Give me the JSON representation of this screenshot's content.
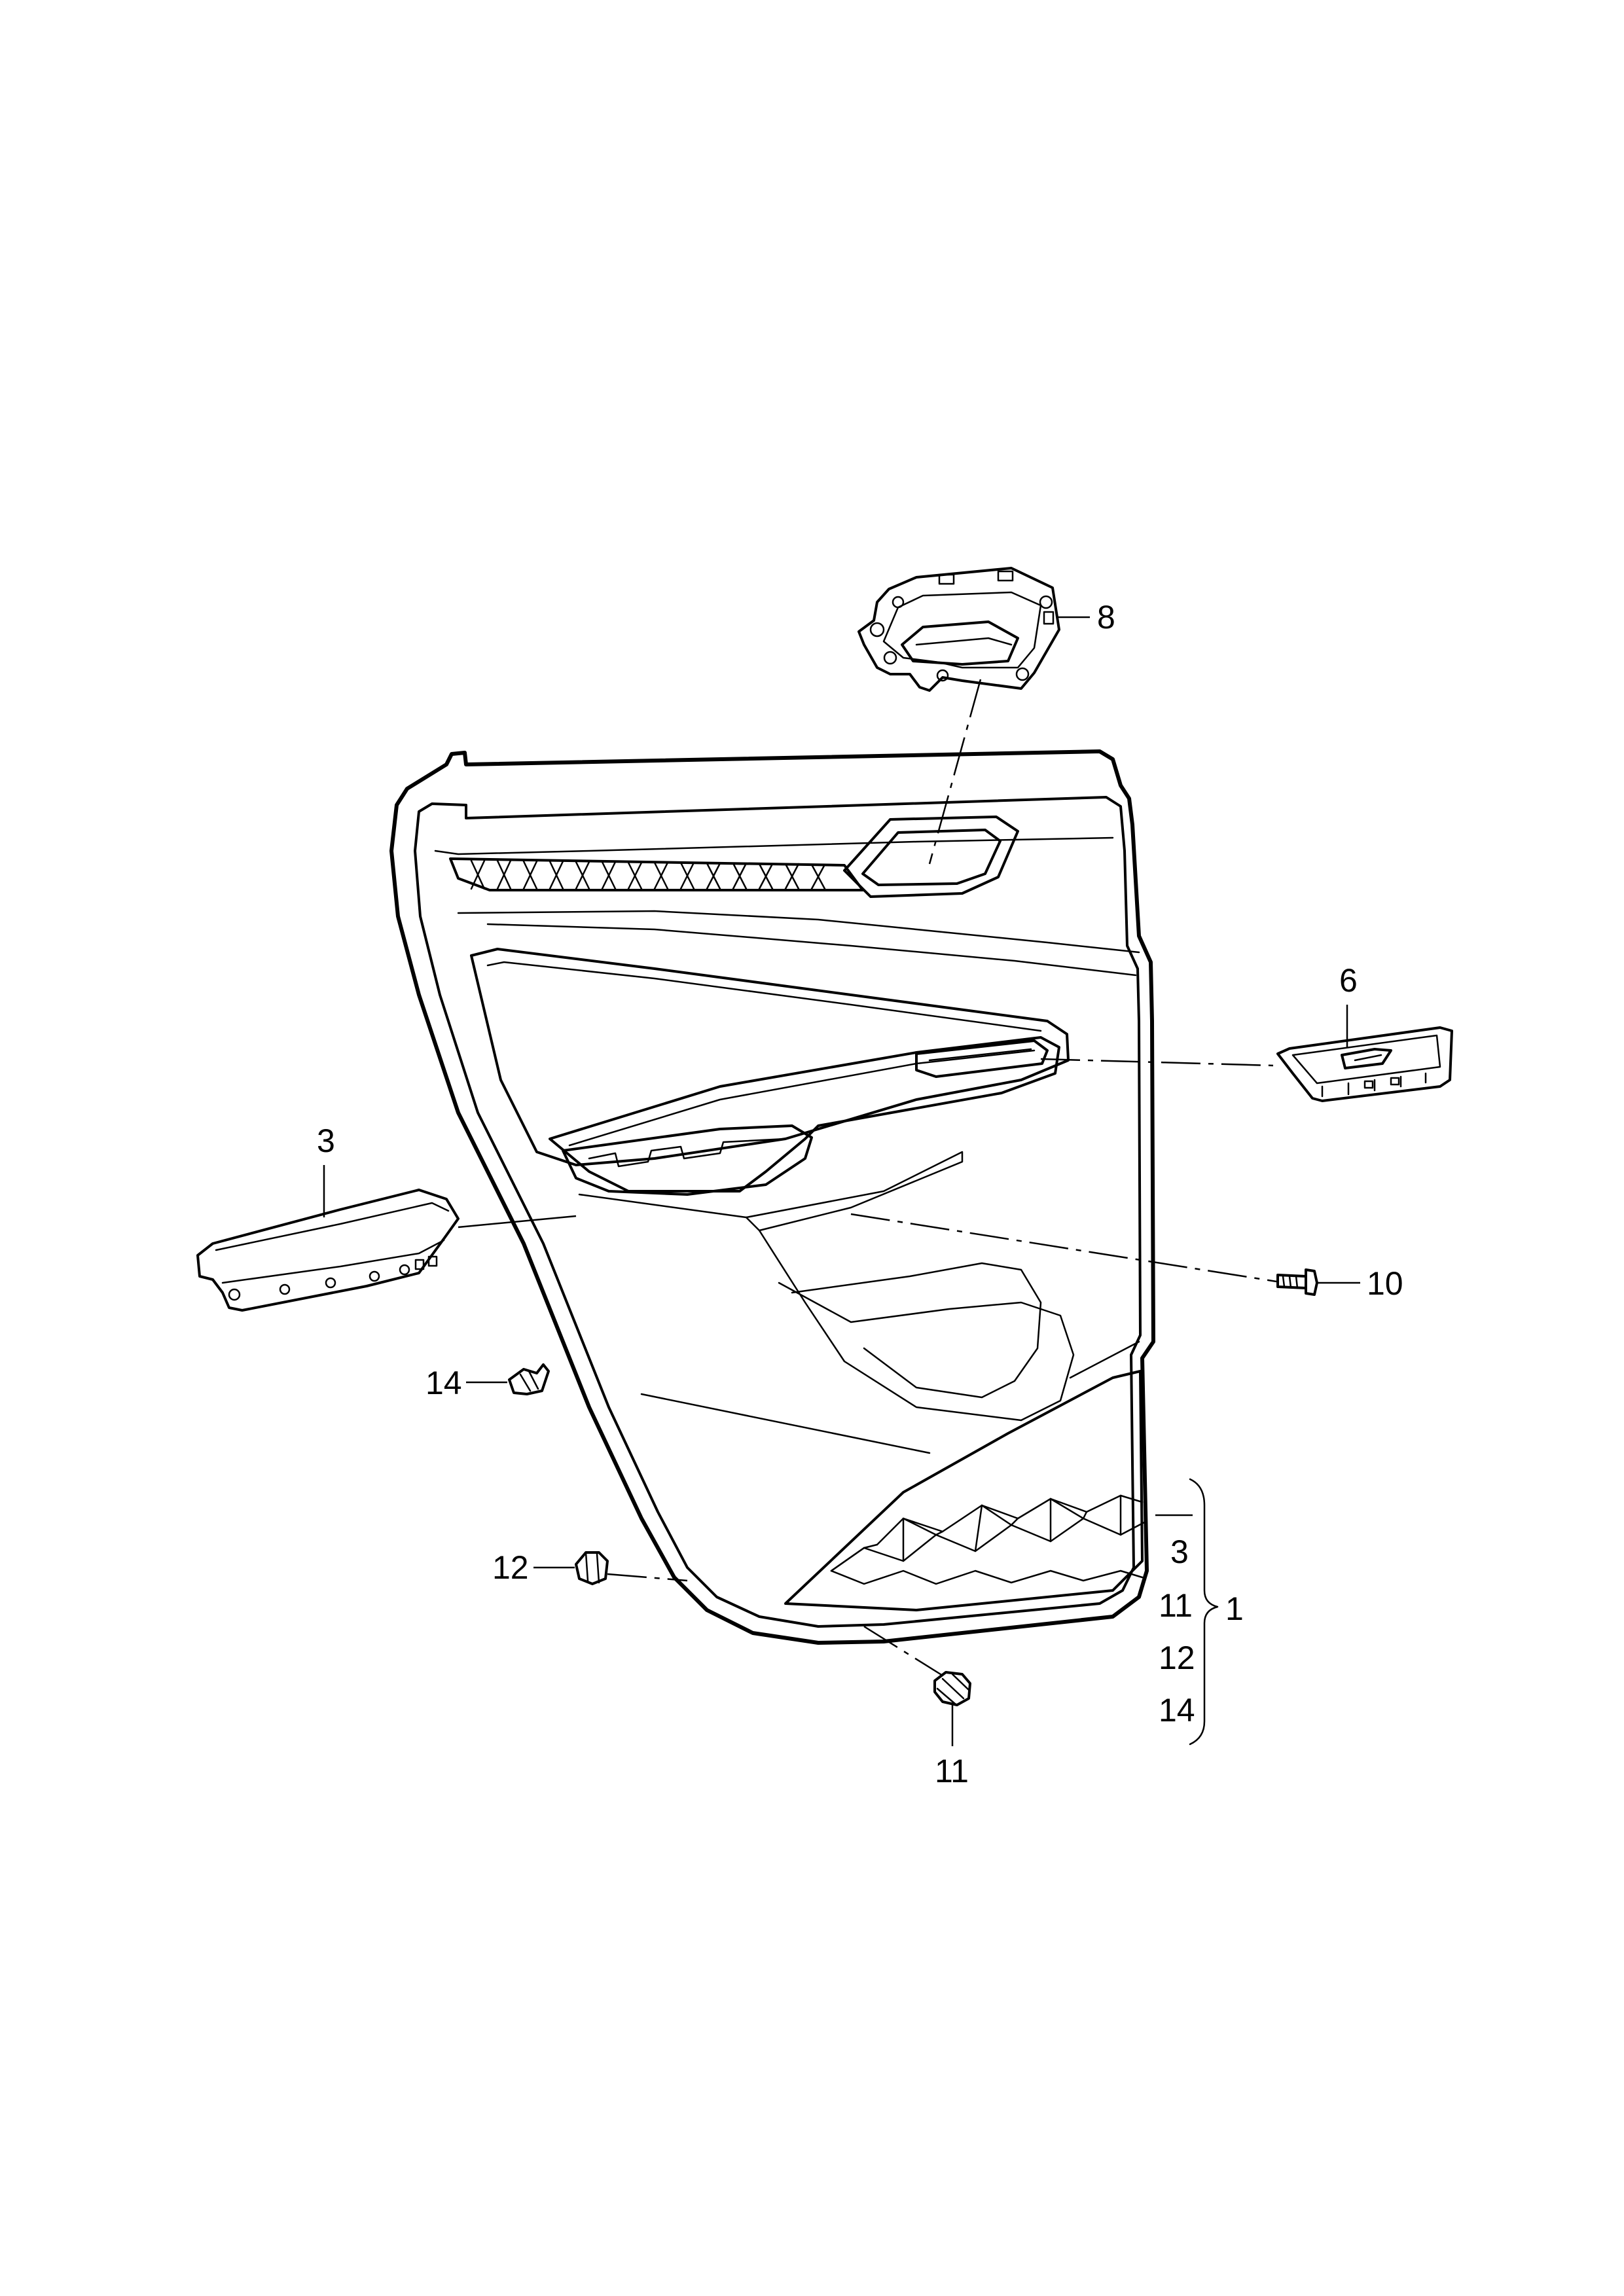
{
  "callouts": {
    "part_1": "1",
    "part_3": "3",
    "part_6": "6",
    "part_8": "8",
    "part_10": "10",
    "part_11": "11",
    "part_12": "12",
    "part_14": "14"
  },
  "kit_list": {
    "items": [
      "3",
      "11",
      "12",
      "14"
    ],
    "kit_number": "1"
  }
}
